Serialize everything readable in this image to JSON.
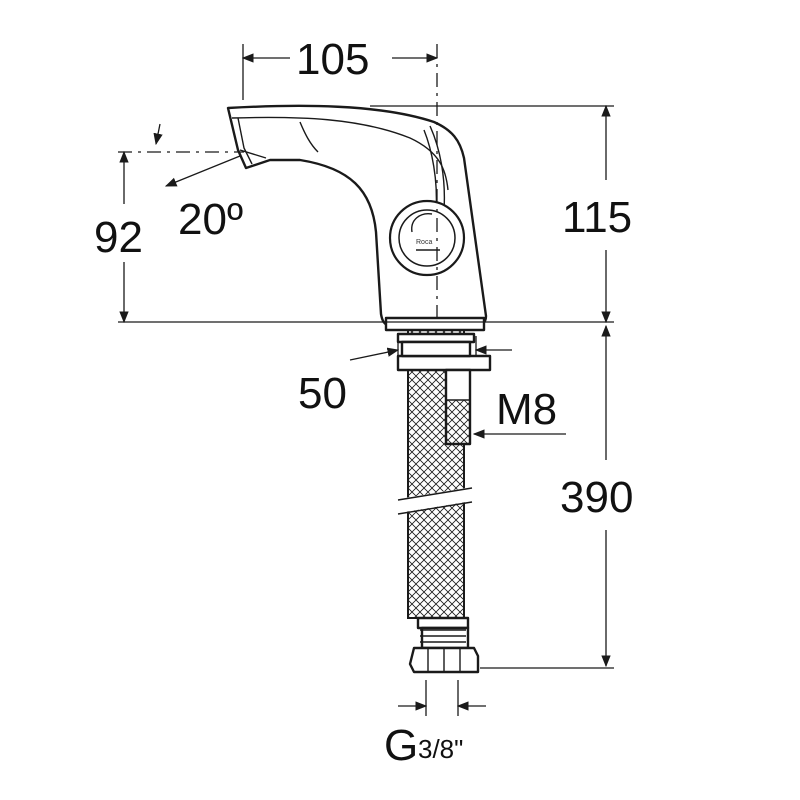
{
  "dimensions": {
    "spout_reach": "105",
    "body_height": "115",
    "spout_height": "92",
    "spout_angle": "20º",
    "base_diameter": "50",
    "stud_thread": "M8",
    "hose_length": "390",
    "connection_main": "G",
    "connection_fraction": "3/8\""
  },
  "brand": {
    "logo_text": "Roca"
  }
}
